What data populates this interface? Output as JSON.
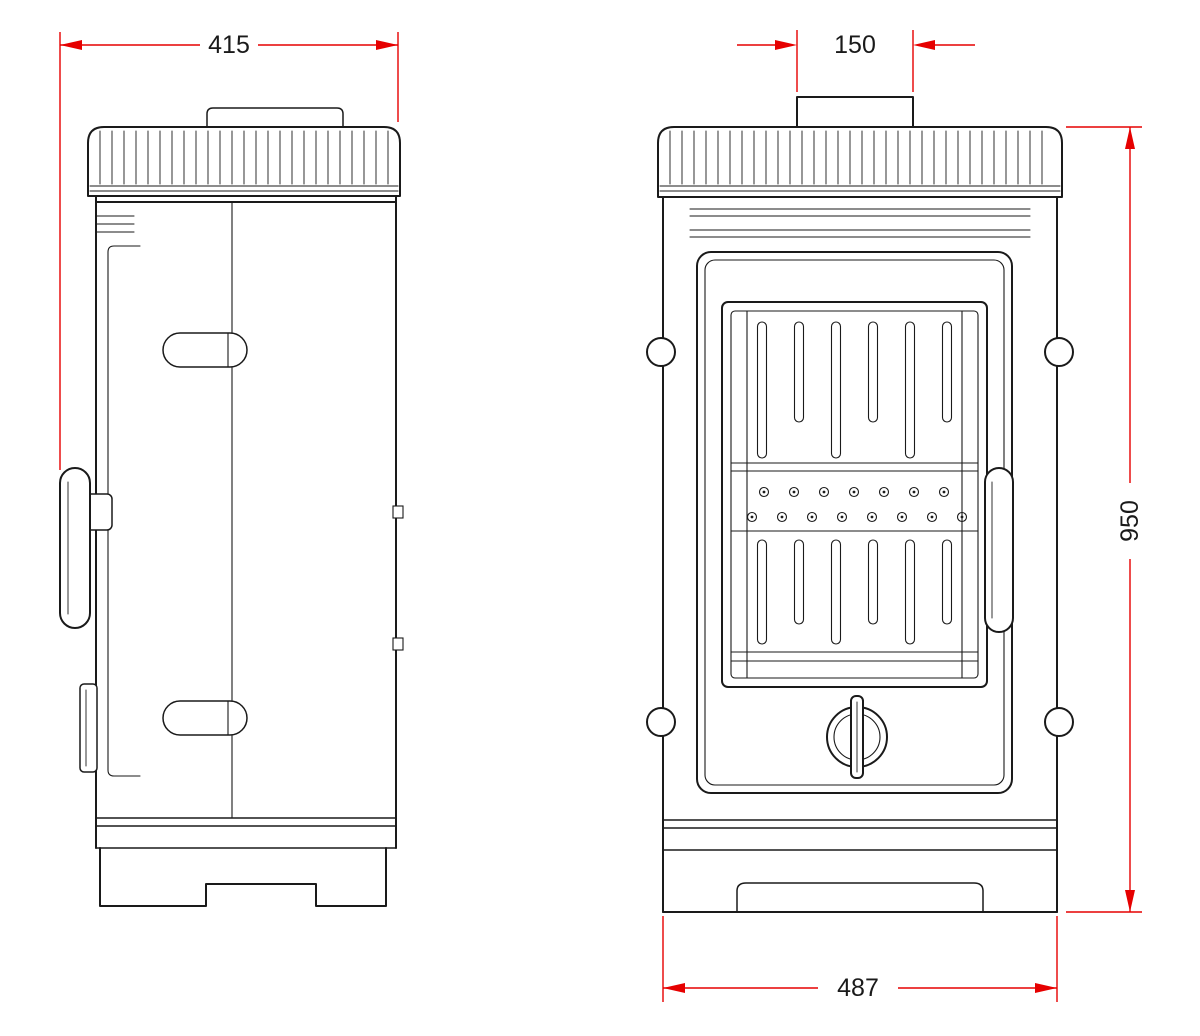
{
  "colors": {
    "line": "#1a1a1a",
    "dimension": "#e60000",
    "background": "#ffffff"
  },
  "dimensions": {
    "side_depth": "415",
    "flue_width": "150",
    "overall_height": "950",
    "front_width": "487"
  }
}
